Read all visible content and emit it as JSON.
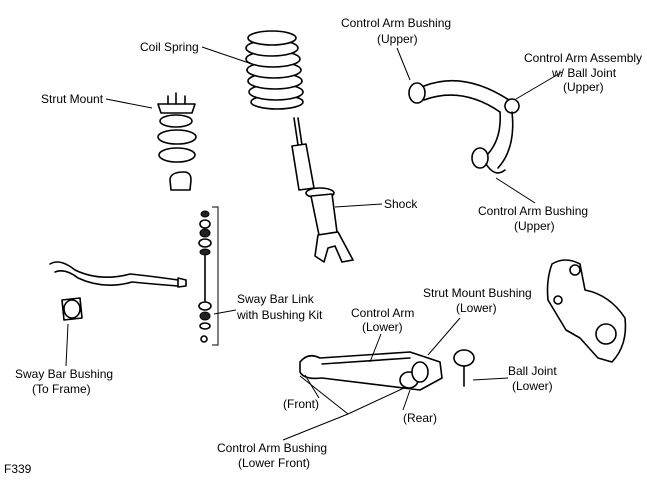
{
  "labels": {
    "coil_spring": "Coil Spring",
    "strut_mount": "Strut Mount",
    "ca_bushing_upper_top_1": "Control Arm Bushing",
    "ca_bushing_upper_top_2": "(Upper)",
    "ca_assembly_1": "Control Arm Assembly",
    "ca_assembly_2": "w/ Ball Joint",
    "ca_assembly_3": "(Upper)",
    "shock": "Shock",
    "ca_bushing_upper_bottom_1": "Control Arm Bushing",
    "ca_bushing_upper_bottom_2": "(Upper)",
    "sway_bar_link_1": "Sway Bar Link",
    "sway_bar_link_2": "with Bushing Kit",
    "strut_mount_bushing_1": "Strut Mount Bushing",
    "strut_mount_bushing_2": "(Lower)",
    "control_arm_lower_1": "Control Arm",
    "control_arm_lower_2": "(Lower)",
    "sway_bar_bushing_1": "Sway Bar Bushing",
    "sway_bar_bushing_2": "(To Frame)",
    "ball_joint_1": "Ball Joint",
    "ball_joint_2": "(Lower)",
    "front": "(Front)",
    "rear": "(Rear)",
    "ca_bushing_lower_front_1": "Control Arm Bushing",
    "ca_bushing_lower_front_2": "(Lower Front)",
    "figure_code": "F339"
  }
}
